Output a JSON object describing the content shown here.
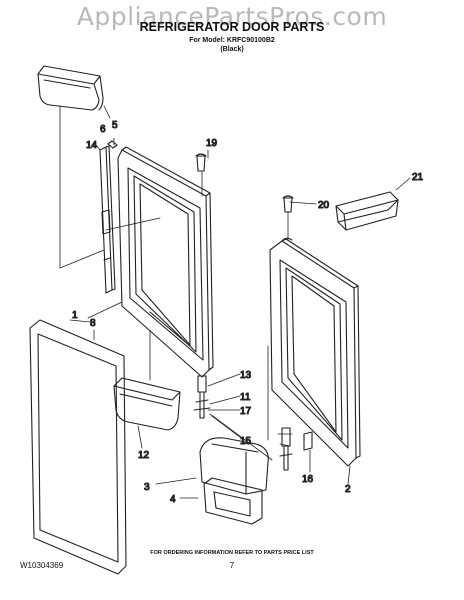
{
  "watermark": "AppliancePartsPros.com",
  "header": {
    "title": "REFRIGERATOR DOOR PARTS",
    "model_line": "For Model: KRFC90100B2",
    "color_line": "(Black)"
  },
  "callouts": [
    "1",
    "2",
    "3",
    "4",
    "5",
    "6",
    "8",
    "11",
    "12",
    "13",
    "14",
    "15",
    "16",
    "17",
    "19",
    "20",
    "21"
  ],
  "footer": {
    "ordering_info": "FOR ORDERING INFORMATION REFER TO PARTS PRICE LIST",
    "doc_number": "W10304369",
    "page_number": "7"
  },
  "colors": {
    "line": "#222222",
    "watermark": "#b9b9b9"
  }
}
